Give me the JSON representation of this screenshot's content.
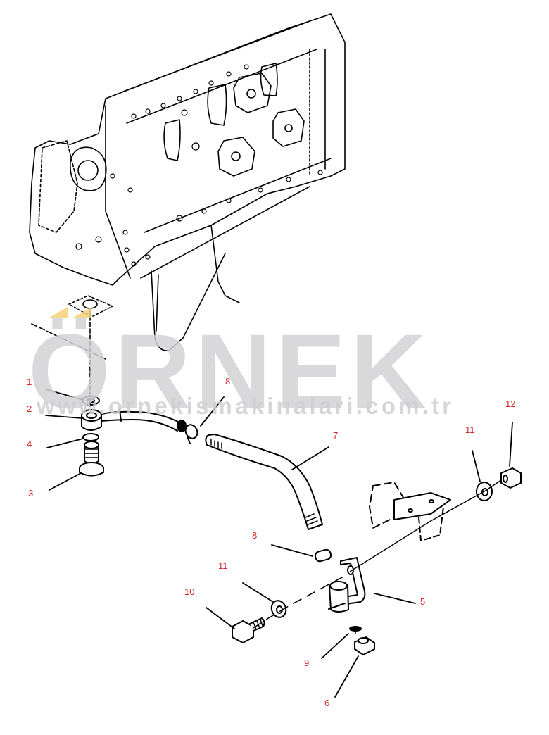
{
  "watermark": {
    "brand": "ÖRNEK",
    "url": "www.ornekismakinalari.com.tr",
    "text_color": "#d3d3d6",
    "accent_color": "#f5d27a"
  },
  "diagram": {
    "subject": "Engine oil pan drain hose assembly (exploded parts view)",
    "line_color": "#000000",
    "callout_color": "#d4262a",
    "callouts": [
      {
        "id": "c1",
        "label": "1",
        "part": "O-ring / washer (upper)"
      },
      {
        "id": "c2",
        "label": "2",
        "part": "Banjo fitting with hose"
      },
      {
        "id": "c3",
        "label": "3",
        "part": "Banjo bolt"
      },
      {
        "id": "c4",
        "label": "4",
        "part": "O-ring / washer (lower)"
      },
      {
        "id": "c5",
        "label": "5",
        "part": "Bracket with drain valve"
      },
      {
        "id": "c6",
        "label": "6",
        "part": "Drain plug"
      },
      {
        "id": "c7",
        "label": "7",
        "part": "Hose"
      },
      {
        "id": "c8a",
        "label": "8",
        "part": "Hose clamp (upper)"
      },
      {
        "id": "c8b",
        "label": "8",
        "part": "Hose clamp (lower)"
      },
      {
        "id": "c9",
        "label": "9",
        "part": "Gasket"
      },
      {
        "id": "c10",
        "label": "10",
        "part": "Bolt"
      },
      {
        "id": "c11a",
        "label": "11",
        "part": "Washer (bolt side)"
      },
      {
        "id": "c11b",
        "label": "11",
        "part": "Washer (nut side)"
      },
      {
        "id": "c12",
        "label": "12",
        "part": "Nut"
      }
    ]
  }
}
